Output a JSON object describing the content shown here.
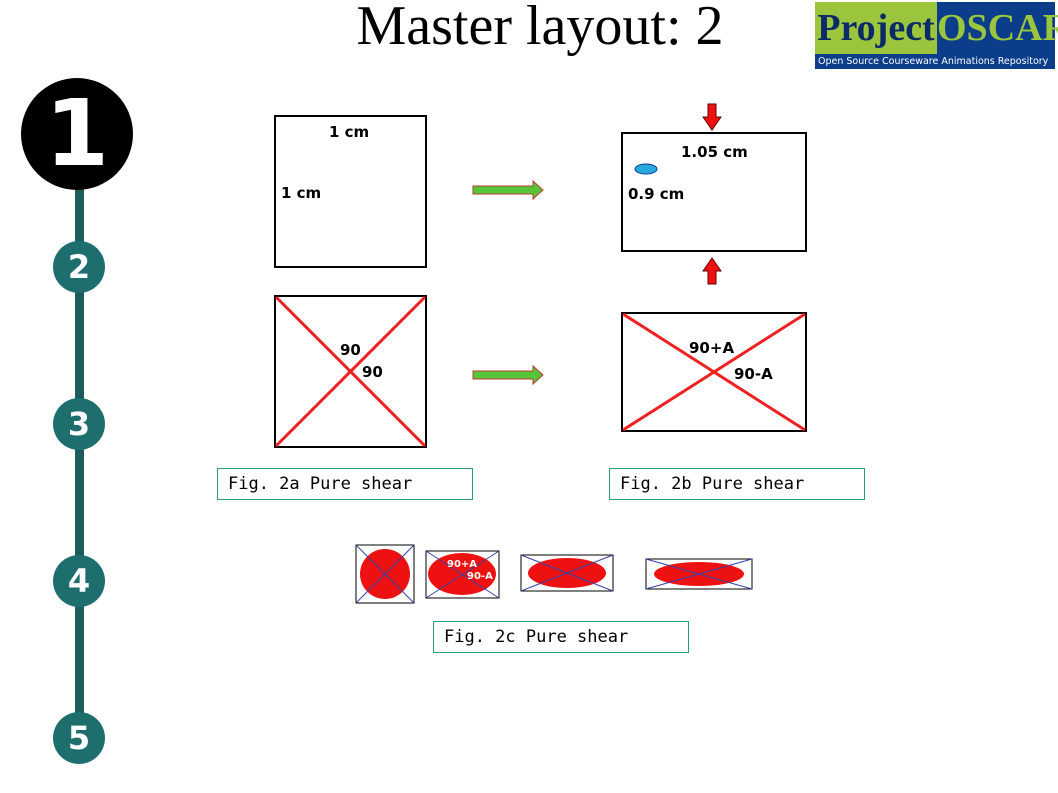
{
  "title": "Master layout: 2",
  "logo": {
    "project": "Project",
    "oscar": "OSCAR",
    "tagline": "Open Source Courseware Animations Repository"
  },
  "nav": {
    "active_step": "1",
    "steps": [
      "2",
      "3",
      "4",
      "5"
    ]
  },
  "fig_a": {
    "top_label_h": "1 cm",
    "top_label_v": "1 cm",
    "angle_1": "90",
    "angle_2": "90",
    "caption": "Fig. 2a Pure shear"
  },
  "fig_b": {
    "top_label_h": "1.05 cm",
    "top_label_v": "0.9 cm",
    "angle_1": "90+A",
    "angle_2": "90-A",
    "caption": "Fig. 2b Pure shear"
  },
  "fig_c": {
    "angle_1": "90+A",
    "angle_2": "90-A",
    "caption": "Fig. 2c Pure shear"
  },
  "colors": {
    "arrow_green": "#55c53a",
    "arrow_red": "#ee1111",
    "cross_red": "#ee2020",
    "nav_teal": "#1e6e6e",
    "ellipse_blue": "#29a8e0"
  }
}
